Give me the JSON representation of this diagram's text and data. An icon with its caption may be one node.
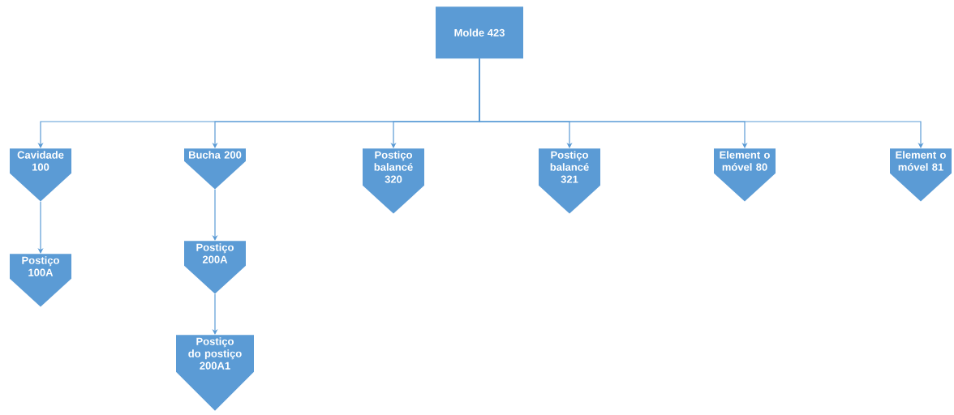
{
  "diagram": {
    "nodes": [
      {
        "text": [
          "Molde 423"
        ]
      },
      {
        "text": [
          "Cavidade 100"
        ]
      },
      {
        "text": [
          "Postiço 100A"
        ]
      },
      {
        "text": [
          "Bucha 200"
        ]
      },
      {
        "text": [
          "Postiço 200A"
        ]
      },
      {
        "text": [
          "Postiço do postiço 200A1"
        ]
      },
      {
        "text": [
          "Postiço balancé 320"
        ]
      },
      {
        "text": [
          "Postiço balancé 321"
        ]
      },
      {
        "text": [
          "Element o móvel 80"
        ]
      },
      {
        "text": [
          "Element o móvel 81"
        ]
      }
    ],
    "edges": [
      {
        "from": 0,
        "to": 1,
        "arrow": "to"
      },
      {
        "from": 0,
        "to": 3,
        "arrow": "to"
      },
      {
        "from": 0,
        "to": 6,
        "arrow": "to"
      },
      {
        "from": 0,
        "to": 7,
        "arrow": "to"
      },
      {
        "from": 0,
        "to": 8,
        "arrow": "to"
      },
      {
        "from": 0,
        "to": 9,
        "arrow": "to"
      },
      {
        "from": 1,
        "to": 2,
        "arrow": "to"
      },
      {
        "from": 3,
        "to": 4,
        "arrow": "to"
      },
      {
        "from": 4,
        "to": 5,
        "arrow": "to"
      }
    ]
  }
}
